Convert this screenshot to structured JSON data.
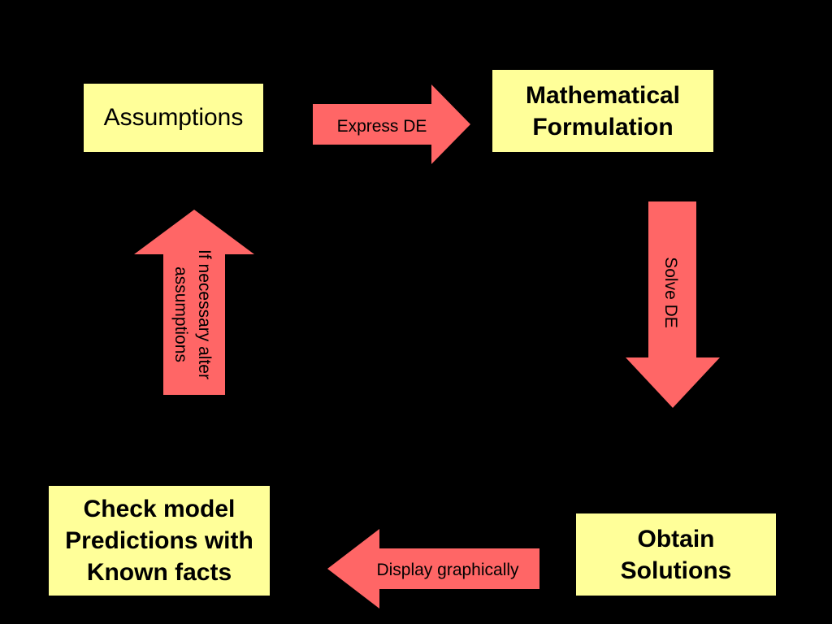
{
  "colors": {
    "background": "#000000",
    "box_fill": "#FFFF99",
    "arrow_fill": "#FF6666",
    "text": "#000000"
  },
  "nodes": {
    "assumptions": "Assumptions",
    "formulation": "Mathematical\nFormulation",
    "solutions": "Obtain\nSolutions",
    "check": "Check model\nPredictions with\nKnown facts"
  },
  "arrows": {
    "express": "Express DE",
    "solve": "Solve DE",
    "display": "Display graphically",
    "alter_line1": "If necessary alter",
    "alter_line2": "assumptions"
  }
}
